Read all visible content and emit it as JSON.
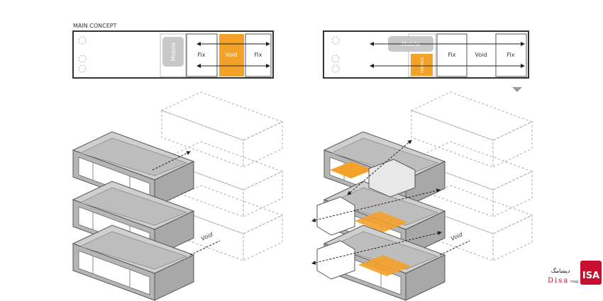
{
  "title": "MAIN CONCEPT",
  "plan_left": {
    "mobile": "Mobile",
    "fix1": "Fix",
    "void": "Void",
    "fix2": "Fix"
  },
  "plan_right": {
    "mobile": "Mobile",
    "terrace": "TERRACE",
    "fix1": "Fix",
    "void": "Void",
    "fix2": "Fix"
  },
  "iso_left": {
    "void_label": "Void"
  },
  "iso_right": {
    "void_label": "Void"
  },
  "logo": {
    "latin": "Disa",
    "small": "mag",
    "persian": "دیسامگ",
    "mark": "ISA"
  },
  "colors": {
    "accent": "#f4a12a",
    "box_gray": "#b9b9b9",
    "box_top": "#cfcfcf",
    "mobile_gray": "#c8c8c8",
    "logo_red": "#c8102e"
  }
}
